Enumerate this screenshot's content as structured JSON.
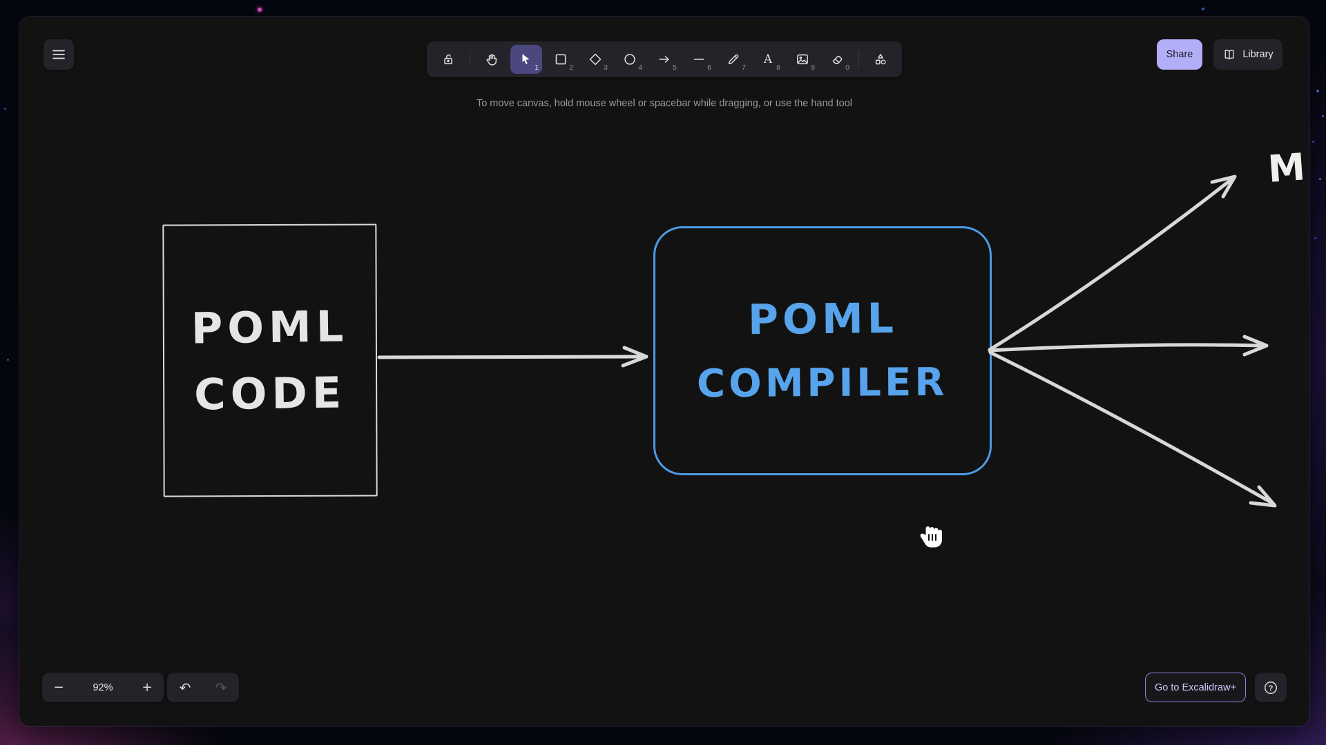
{
  "topbar": {
    "share_label": "Share",
    "library_label": "Library",
    "hint": "To move canvas, hold mouse wheel or spacebar while dragging, or use the hand tool"
  },
  "toolbar": {
    "tools": [
      {
        "name": "lock",
        "icon": "unlock-icon",
        "shortcut": ""
      },
      {
        "name": "hand",
        "icon": "hand-icon",
        "shortcut": ""
      },
      {
        "name": "selection",
        "icon": "cursor-icon",
        "shortcut": "1",
        "selected": true
      },
      {
        "name": "rectangle",
        "icon": "square-icon",
        "shortcut": "2"
      },
      {
        "name": "diamond",
        "icon": "diamond-icon",
        "shortcut": "3"
      },
      {
        "name": "ellipse",
        "icon": "circle-icon",
        "shortcut": "4"
      },
      {
        "name": "arrow",
        "icon": "arrow-icon",
        "shortcut": "5"
      },
      {
        "name": "line",
        "icon": "line-icon",
        "shortcut": "6"
      },
      {
        "name": "draw",
        "icon": "pencil-icon",
        "shortcut": "7"
      },
      {
        "name": "text",
        "icon": "text-icon",
        "shortcut": "8"
      },
      {
        "name": "image",
        "icon": "image-icon",
        "shortcut": "9"
      },
      {
        "name": "eraser",
        "icon": "eraser-icon",
        "shortcut": "0"
      },
      {
        "name": "shapes",
        "icon": "shapes-icon",
        "shortcut": ""
      }
    ]
  },
  "statusbar": {
    "zoom_out_glyph": "−",
    "zoom_level": "92%",
    "zoom_in_glyph": "+",
    "undo_glyph": "↶",
    "redo_glyph": "↷",
    "excalidraw_plus_label": "Go to Excalidraw+",
    "help_glyph": "?"
  },
  "icons": {
    "text_tool_glyph": "A"
  },
  "canvas": {
    "source_box": {
      "line1": "POML",
      "line2": "CODE"
    },
    "compiler_box": {
      "line1": "POML",
      "line2": "COMPILER"
    },
    "partial_label": "M"
  },
  "colors": {
    "accent": "#b3aef8",
    "selected_tool_bg": "#4b4880",
    "canvas_blue": "#4d9be8",
    "island_bg": "#232329",
    "window_bg": "#121212"
  }
}
